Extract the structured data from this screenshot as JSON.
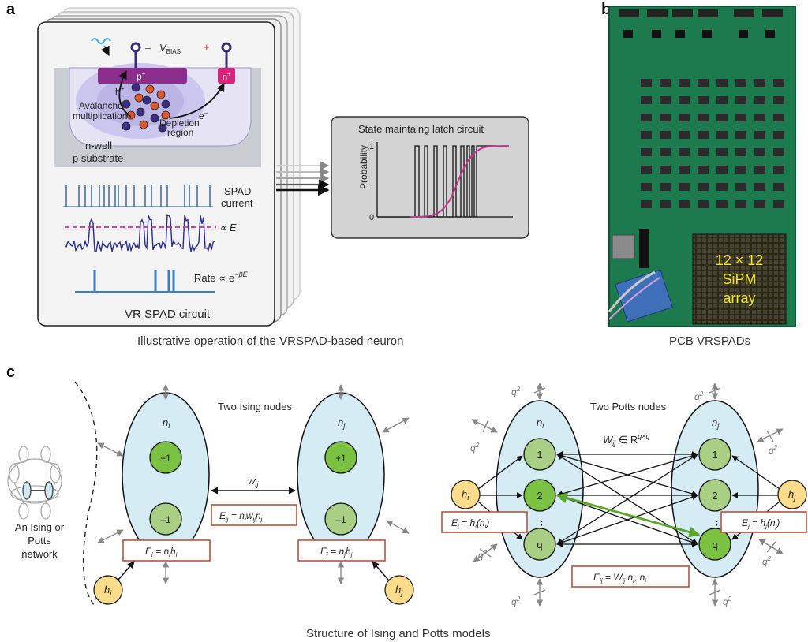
{
  "panel_a": {
    "letter": "a",
    "vbias": "V",
    "vbias_sub": "BIAS",
    "minus": "–",
    "plus": "+",
    "p_plus": "p",
    "n_plus": "n",
    "sup_plus": "+",
    "h_plus": "h",
    "e_minus": "e",
    "avalanche_1": "Avalanche",
    "avalanche_2": "multiplication",
    "depletion_1": "Depletion",
    "depletion_2": "region",
    "nwell": "n-well",
    "psub": "p substrate",
    "spad_1": "SPAD",
    "spad_2": "current",
    "prop_e": "∝ E",
    "rate": "Rate ∝ e",
    "rate_exp": "−βE",
    "circuit_title": "VR SPAD circuit",
    "latch_title": "State maintaing latch circuit",
    "prob_axis": "Probability",
    "tick_1": "1",
    "tick_0": "0",
    "caption": "Illustrative operation of the VRSPAD-based neuron"
  },
  "panel_b": {
    "letter": "b",
    "array_1": "12 × 12",
    "array_2": "SiPM",
    "array_3": "array",
    "caption": "PCB VRSPADs"
  },
  "panel_c": {
    "letter": "c",
    "ising_title": "Two Ising nodes",
    "potts_title": "Two Potts nodes",
    "ni": "n",
    "nj": "n",
    "sub_i": "i",
    "sub_j": "j",
    "plus1": "+1",
    "minus1": "–1",
    "wij": "w",
    "wij_sub": "ij",
    "eij_label": "E",
    "eij_sub": "ij",
    "eij_eq": "= n",
    "eij_rest": "w",
    "ei_text": "E",
    "ej_text": "E",
    "hi": "h",
    "hj": "h",
    "network_1": "An Ising or",
    "network_2": "Potts",
    "network_3": "network",
    "potts_state_1": "1",
    "potts_state_2": "2",
    "potts_dots": "⋮",
    "potts_state_q": "q",
    "potts_w": "W",
    "potts_w_in": "∈ R",
    "potts_w_exp": "q×q",
    "potts_ei": "E",
    "potts_ej": "E",
    "potts_eij": "E",
    "q2": "q",
    "q2_exp": "2",
    "caption": "Structure of Ising and Potts models"
  },
  "colors": {
    "node_fill": "#d6ecf5",
    "state_bright": "#7cc242",
    "state_pale": "#a9cf84",
    "field_fill": "#fbdc8a",
    "energy_box_border": "#b5533c",
    "spad_blue": "#4b6f9c",
    "pcb_green": "#1d7a4e",
    "sipm_text": "#f2e52a",
    "highlight_green": "#5aa52a",
    "probability_curve": "#c2358d"
  }
}
